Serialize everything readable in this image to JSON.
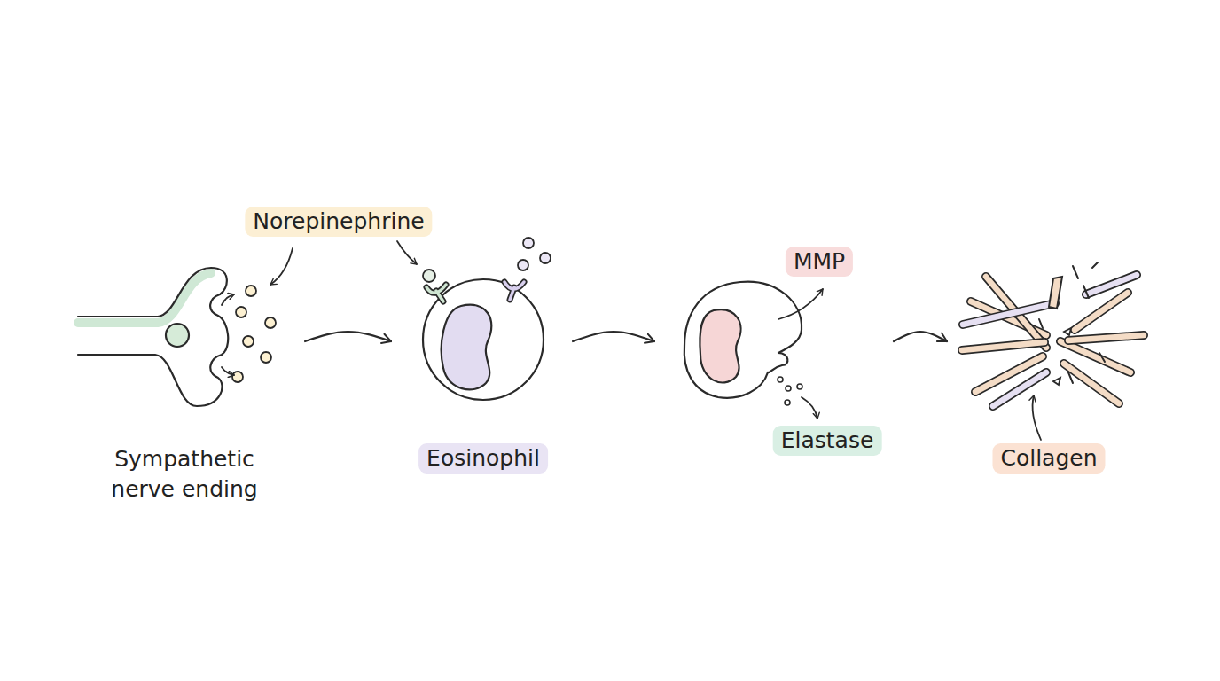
{
  "diagram": {
    "nodes": [
      {
        "text": [
          "Sympathetic nerve ending"
        ]
      },
      {
        "text": [
          "Eosinophil"
        ]
      },
      {
        "text": [
          "MMP",
          "Elastase"
        ]
      },
      {
        "text": [
          "Collagen"
        ]
      }
    ],
    "edges": [
      {
        "from": 0,
        "to": 1,
        "arrow": "to"
      },
      {
        "from": 1,
        "to": 2,
        "arrow": "to"
      },
      {
        "from": 2,
        "to": 3,
        "arrow": "to"
      }
    ],
    "labels": [
      "Norepinephrine"
    ]
  }
}
